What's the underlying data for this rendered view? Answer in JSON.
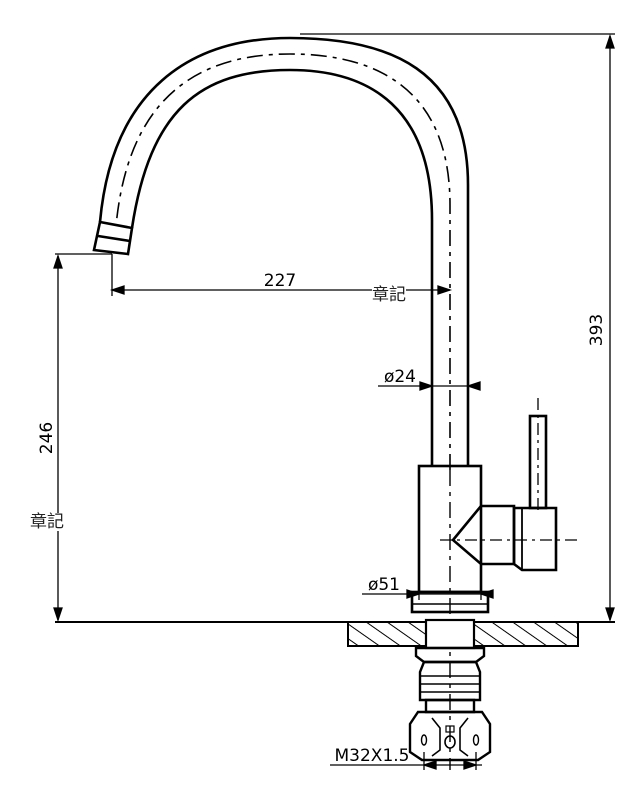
{
  "dimensions": {
    "spout_reach": "227",
    "total_height": "393",
    "spout_height": "246",
    "tube_diameter": "ø24",
    "base_diameter": "ø51",
    "thread": "M32X1.5"
  },
  "watermark": "章記"
}
